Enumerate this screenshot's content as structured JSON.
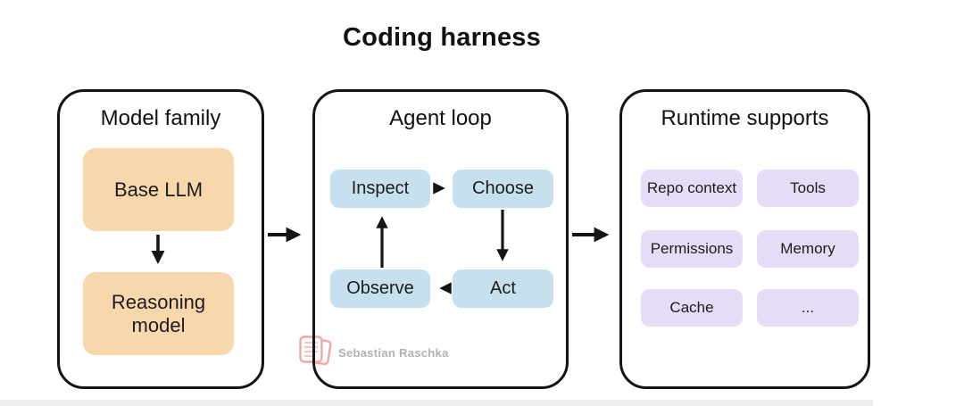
{
  "title": "Coding harness",
  "panels": [
    {
      "title": "Model family",
      "items": [
        {
          "label": "Base LLM"
        },
        {
          "label": "Reasoning model"
        }
      ]
    },
    {
      "title": "Agent loop",
      "items": [
        {
          "label": "Inspect"
        },
        {
          "label": "Choose"
        },
        {
          "label": "Observe"
        },
        {
          "label": "Act"
        }
      ]
    },
    {
      "title": "Runtime supports",
      "items": [
        {
          "label": "Repo context"
        },
        {
          "label": "Tools"
        },
        {
          "label": "Permissions"
        },
        {
          "label": "Memory"
        },
        {
          "label": "Cache"
        },
        {
          "label": "..."
        }
      ]
    }
  ],
  "arrows": [
    {
      "from": "Base LLM",
      "to": "Reasoning model",
      "direction": "down"
    },
    {
      "from": "Model family",
      "to": "Agent loop",
      "direction": "right"
    },
    {
      "from": "Agent loop",
      "to": "Runtime supports",
      "direction": "right"
    },
    {
      "from": "Inspect",
      "to": "Choose",
      "direction": "right"
    },
    {
      "from": "Choose",
      "to": "Act",
      "direction": "down"
    },
    {
      "from": "Act",
      "to": "Observe",
      "direction": "left"
    },
    {
      "from": "Observe",
      "to": "Inspect",
      "direction": "up"
    }
  ],
  "watermark": {
    "author": "Sebastian Raschka",
    "icon": "stamp-logo-icon"
  },
  "colors": {
    "model_box": "#F8D7AC",
    "loop_box": "#C6E0EE",
    "runtime_box": "#E6DCF8",
    "panel_border": "#151515",
    "arrow": "#151515",
    "watermark_text": "#B1B1B1",
    "watermark_icon": "#EFA8A2",
    "bottom_bar": "#EDEDED"
  }
}
